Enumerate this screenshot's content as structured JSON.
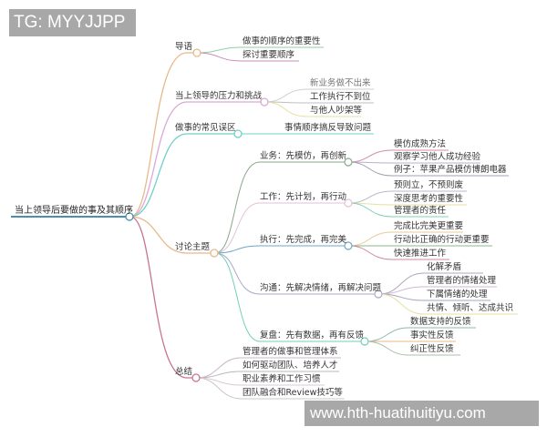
{
  "watermarks": {
    "top": "TG: MYYJJPP",
    "bottom": "www.hth-huatihuitiyu.com"
  },
  "root": "当上领导后要做的事及其顺序",
  "branches": [
    {
      "label": "导语",
      "color": "#e8b98a",
      "children": [
        "做事的顺序的重要性",
        "探讨重要顺序"
      ]
    },
    {
      "label": "当上领导的压力和挑战",
      "color": "#d9a9d6",
      "children": [
        "新业务做不出来",
        "工作执行不到位",
        "与他人吵架等"
      ]
    },
    {
      "label": "做事的常见误区",
      "color": "#6fd0c8",
      "children": [
        "事情顺序搞反导致问题"
      ]
    },
    {
      "label": "讨论主题",
      "color": "#e8b98a",
      "children": [
        {
          "label": "业务：先模仿，再创新",
          "items": [
            "模仿成熟方法",
            "观察学习他人成功经验",
            "例子：苹果产品模仿博朗电器"
          ]
        },
        {
          "label": "工作：先计划，再行动",
          "items": [
            "预则立，不预则废",
            "深度思考的重要性",
            "管理者的责任"
          ]
        },
        {
          "label": "执行：先完成，再完美",
          "items": [
            "完成比完美更重要",
            "行动比正确的行动更重要",
            "快速推进工作"
          ]
        },
        {
          "label": "沟通：先解决情绪，再解决问题",
          "items": [
            "化解矛盾",
            "管理者的情绪处理",
            "下属情绪的处理",
            "共情、倾听、达成共识"
          ]
        },
        {
          "label": "复盘：先有数据，再有反馈",
          "items": [
            "数据支持的反馈",
            "事实性反馈",
            "纠正性反馈"
          ]
        }
      ]
    },
    {
      "label": "总结",
      "color": "#c9748f",
      "children": [
        "管理者的做事和管理体系",
        "如何驱动团队、培养人才",
        "职业素养和工作习惯",
        "团队融合和Review技巧等"
      ]
    }
  ]
}
